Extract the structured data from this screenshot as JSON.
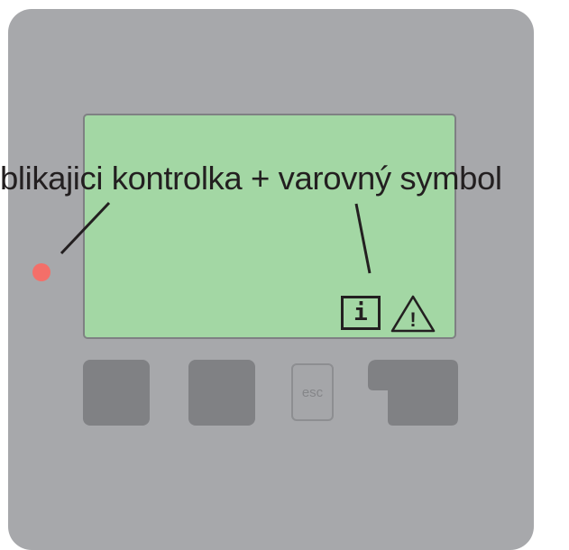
{
  "annotation": {
    "label": "blikajici kontrolka + varovný symbol"
  },
  "display": {
    "info_glyph": "i",
    "warning_glyph": "!"
  },
  "buttons": {
    "esc_label": "esc"
  },
  "colors": {
    "panel": "#a7a8ab",
    "lcd": "#a3d7a4",
    "led": "#f46f69",
    "button": "#808184",
    "text": "#231f20"
  }
}
